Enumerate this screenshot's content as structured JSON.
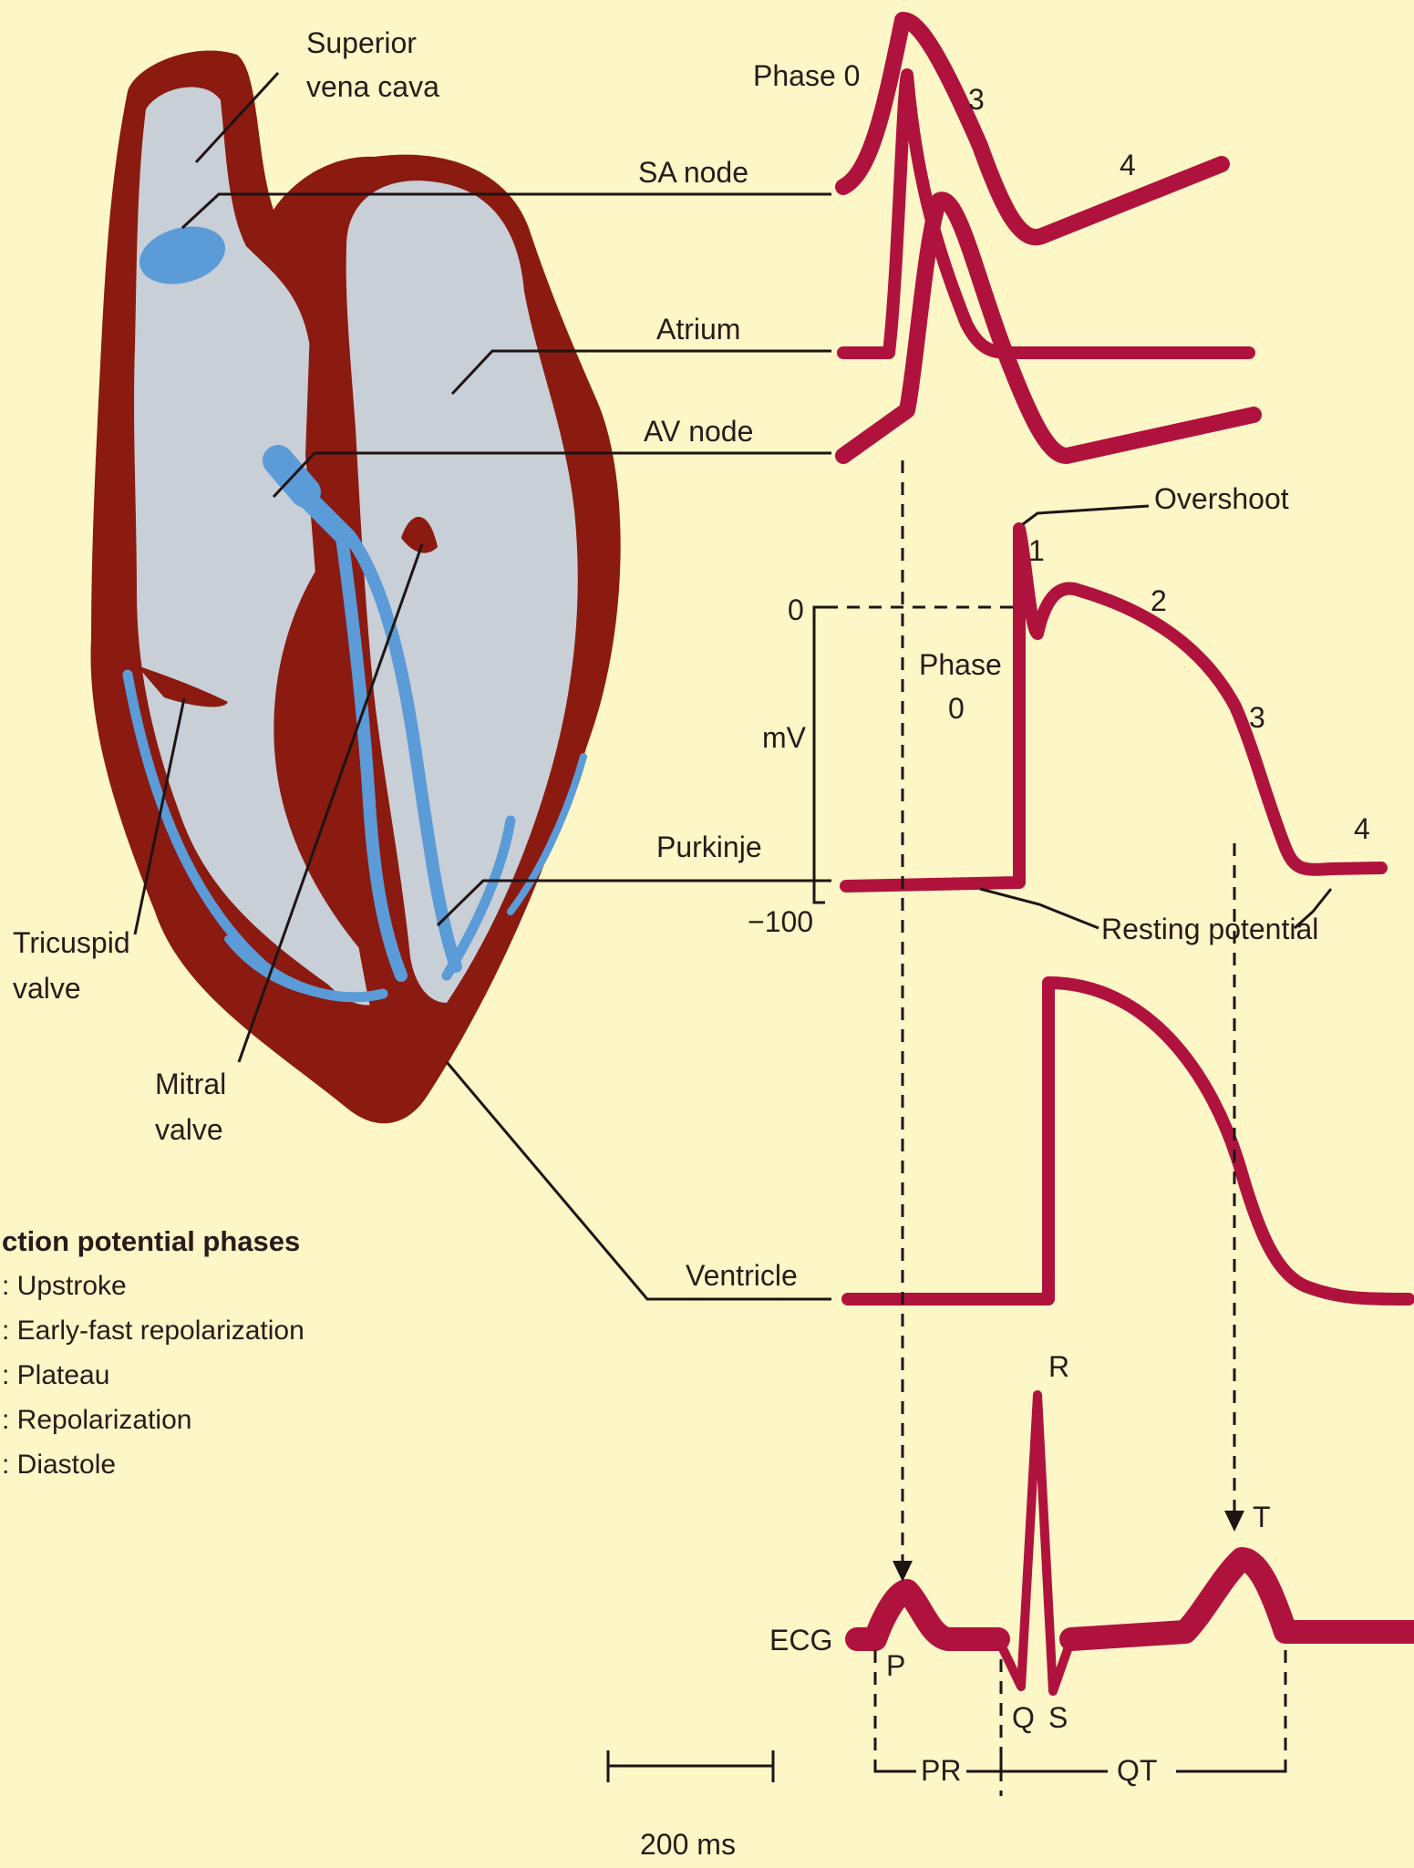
{
  "colors": {
    "background": "#fdf6c6",
    "myocardium": "#8b1a10",
    "chamber": "#c9d0d6",
    "conduction": "#5a9bd8",
    "trace": "#b0123e",
    "line": "#1e1414"
  },
  "heart_labels": {
    "svc": [
      "Superior",
      "vena cava"
    ],
    "tricuspid": [
      "Tricuspid",
      "valve"
    ],
    "mitral": [
      "Mitral",
      "valve"
    ]
  },
  "trace_labels": {
    "sa_node": "SA node",
    "atrium": "Atrium",
    "av_node": "AV node",
    "purkinje": "Purkinje",
    "ventricle": "Ventricle",
    "ecg": "ECG"
  },
  "sa_phases": {
    "phase0": "Phase 0",
    "p3": "3",
    "p4": "4"
  },
  "purkinje_annotations": {
    "overshoot": "Overshoot",
    "p1": "1",
    "p2": "2",
    "p3": "3",
    "p4": "4",
    "phase0": [
      "Phase",
      "0"
    ],
    "resting": "Resting potential"
  },
  "axis": {
    "zero": "0",
    "unit": "mV",
    "min": "−100"
  },
  "ecg_waves": {
    "P": "P",
    "Q": "Q",
    "R": "R",
    "S": "S",
    "T": "T"
  },
  "intervals": {
    "pr": "PR",
    "qt": "QT"
  },
  "scale_bar": "200 ms",
  "legend": {
    "title": "ction potential phases",
    "items": [
      ": Upstroke",
      ": Early-fast repolarization",
      ": Plateau",
      ": Repolarization",
      ": Diastole"
    ]
  }
}
